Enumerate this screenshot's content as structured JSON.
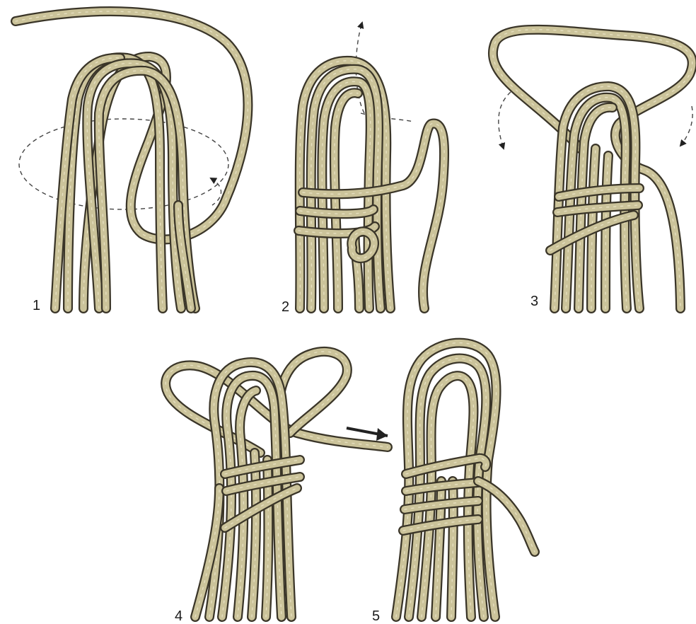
{
  "colors": {
    "rope": "#cbc39a",
    "outline": "#3a3528",
    "ink": "#1a1a1a"
  },
  "steps": [
    {
      "label": "1"
    },
    {
      "label": "2"
    },
    {
      "label": "3"
    },
    {
      "label": "4"
    },
    {
      "label": "5"
    }
  ]
}
